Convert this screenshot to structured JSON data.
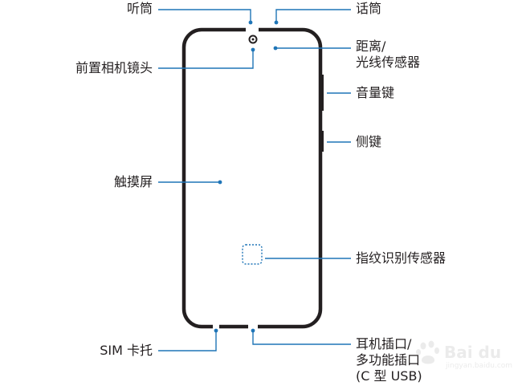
{
  "colors": {
    "leader_line": "#1f75b7",
    "phone_outline": "#231f20",
    "text": "#231f20"
  },
  "labels": {
    "receiver_earpiece": "听筒",
    "microphone": "话筒",
    "front_camera": "前置相机镜头",
    "proximity_sensor_line1": "距离/",
    "proximity_sensor_line2": "光线传感器",
    "volume_key": "音量键",
    "side_key": "侧键",
    "touch_screen": "触摸屏",
    "fingerprint_sensor": "指纹识别传感器",
    "sim_tray": "SIM 卡托",
    "earphone_jack_line1": "耳机插口/",
    "earphone_jack_line2": "多功能插口",
    "earphone_jack_line3": "(C 型 USB)"
  },
  "watermark": {
    "text": "Bai du",
    "url": "jingyan.baidu.com"
  }
}
